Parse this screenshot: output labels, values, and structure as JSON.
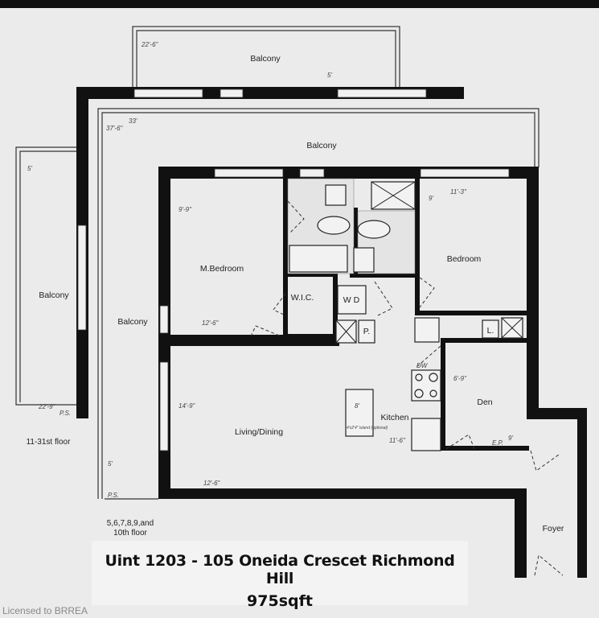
{
  "rooms": {
    "balcony_top": "Balcony",
    "balcony_main": "Balcony",
    "balcony_left": "Balcony",
    "balcony_side": "Balcony",
    "master_bedroom": "M.Bedroom",
    "bedroom": "Bedroom",
    "wic": "W.I.C.",
    "washer_dryer": "W D",
    "pantry": "P.",
    "linen": "L.",
    "living_dining": "Living/Dining",
    "kitchen": "Kitchen",
    "den": "Den",
    "foyer": "Foyer",
    "ps_left": "P.S.",
    "ps_main": "P.S.",
    "ep": "E.P.",
    "dw": "DW",
    "island_note": "4'x2'4\" island (optional)"
  },
  "dimensions": {
    "top_balcony_len": "22'-6\"",
    "top_balcony_depth": "5'",
    "main_balcony_len": "33'",
    "main_balcony_side": "37'-6\"",
    "left_balcony_depth": "5'",
    "left_balcony_len": "22'-9\"",
    "mbed_w": "9'-9\"",
    "mbed_l": "12'-6\"",
    "bed_w": "11'-3\"",
    "bed_l": "9'",
    "living_w": "14'-9\"",
    "living_l": "12'-6\"",
    "kitchen_l": "11'-6\"",
    "island": "8'",
    "den_w": "6'-9\"",
    "den_l": "9'",
    "side_balcony_depth": "5'"
  },
  "notes": {
    "left_floor": "11-31st floor",
    "main_floor_1": "5,6,7,8,9,and",
    "main_floor_2": "10th floor"
  },
  "caption": {
    "title": "Uint 1203 - 105 Oneida Crescet Richmond Hill",
    "area": "975sqft"
  },
  "license": "Licensed to BRREA"
}
